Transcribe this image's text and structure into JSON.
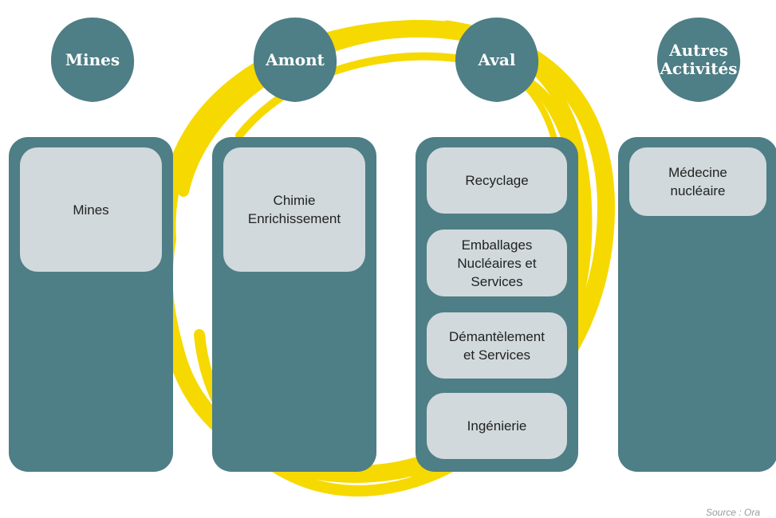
{
  "colors": {
    "column": "#4e7e86",
    "card": "#d1d9dc",
    "swirl": "#f6d900",
    "header_text": "#ffffff",
    "card_text": "#222222"
  },
  "headers": {
    "mines": "Mines",
    "amont": "Amont",
    "aval": "Aval",
    "autres": "Autres\nActivités"
  },
  "columns": {
    "mines": {
      "items": [
        "Mines"
      ]
    },
    "amont": {
      "items": [
        "Chimie\nEnrichissement"
      ]
    },
    "aval": {
      "items": [
        "Recyclage",
        "Emballages\nNucléaires et\nServices",
        "Démantèlement\net Services",
        "Ingénierie"
      ]
    },
    "autres": {
      "items": [
        "Médecine\nnucléaire"
      ]
    }
  },
  "source": "Source : Ora"
}
